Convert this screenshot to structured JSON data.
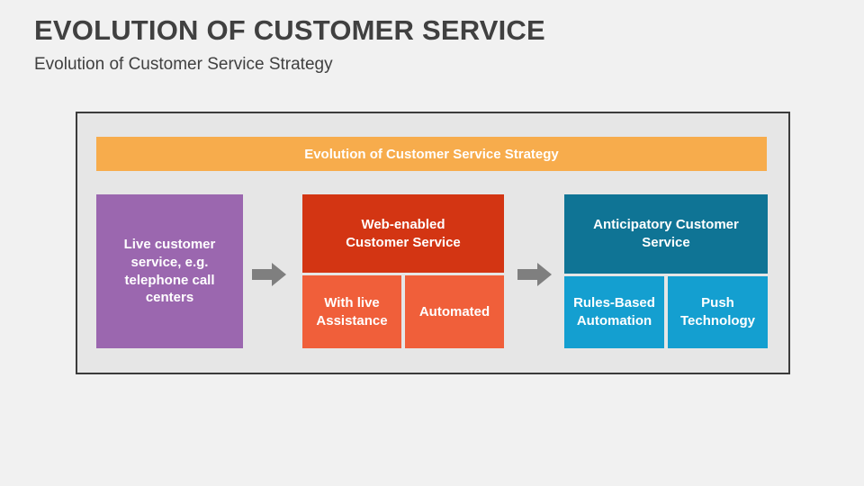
{
  "slide": {
    "title": "EVOLUTION OF CUSTOMER SERVICE",
    "subtitle": "Evolution of Customer Service Strategy",
    "title_color": "#404040",
    "background_color": "#F1F1F1"
  },
  "diagram": {
    "frame": {
      "background": "#E6E6E6",
      "border_color": "#3B3B3B"
    },
    "banner": {
      "label": "Evolution of Customer Service Strategy",
      "background": "#F7AC4C",
      "text_color": "#FFFFFF"
    },
    "arrow_color": "#7F7F7F",
    "stages": [
      {
        "label": "Live customer\nservice, e.g.\ntelephone call\ncenters",
        "background": "#9B67AF",
        "children": []
      },
      {
        "label": "Web-enabled\nCustomer Service",
        "background": "#D33513",
        "child_background": "#F05F3A",
        "children": [
          "With live\nAssistance",
          "Automated"
        ]
      },
      {
        "label": "Anticipatory Customer\nService",
        "background": "#0F7495",
        "child_background": "#149FD0",
        "children": [
          "Rules-Based\nAutomation",
          "Push\nTechnology"
        ]
      }
    ]
  }
}
